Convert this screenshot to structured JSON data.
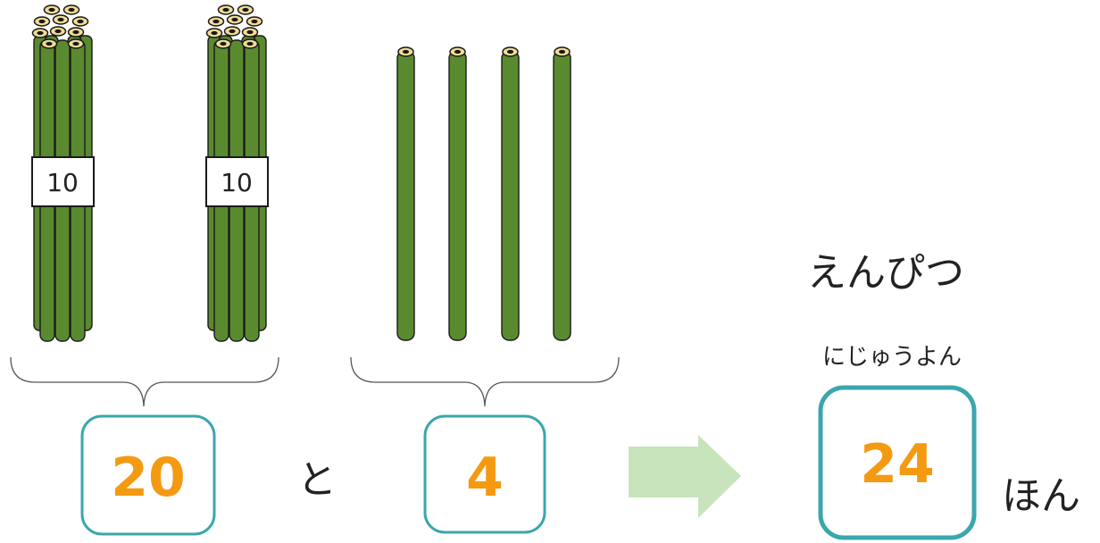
{
  "colors": {
    "stick": "#5a8a30",
    "stick_edge": "#1a1a1a",
    "tip": "#f3dc96",
    "box_border": "#3aa7ad",
    "number": "#f49a12",
    "arrow": "#c8e4bc",
    "brace": "#555555"
  },
  "bundles": [
    {
      "label": "10",
      "count": 10
    },
    {
      "label": "10",
      "count": 10
    }
  ],
  "loose_sticks": {
    "count": 4
  },
  "tens_value": "20",
  "connector": "と",
  "ones_value": "4",
  "answer": {
    "title": "えんぴつ",
    "reading": "にじゅうよん",
    "value": "24",
    "unit": "ほん"
  }
}
